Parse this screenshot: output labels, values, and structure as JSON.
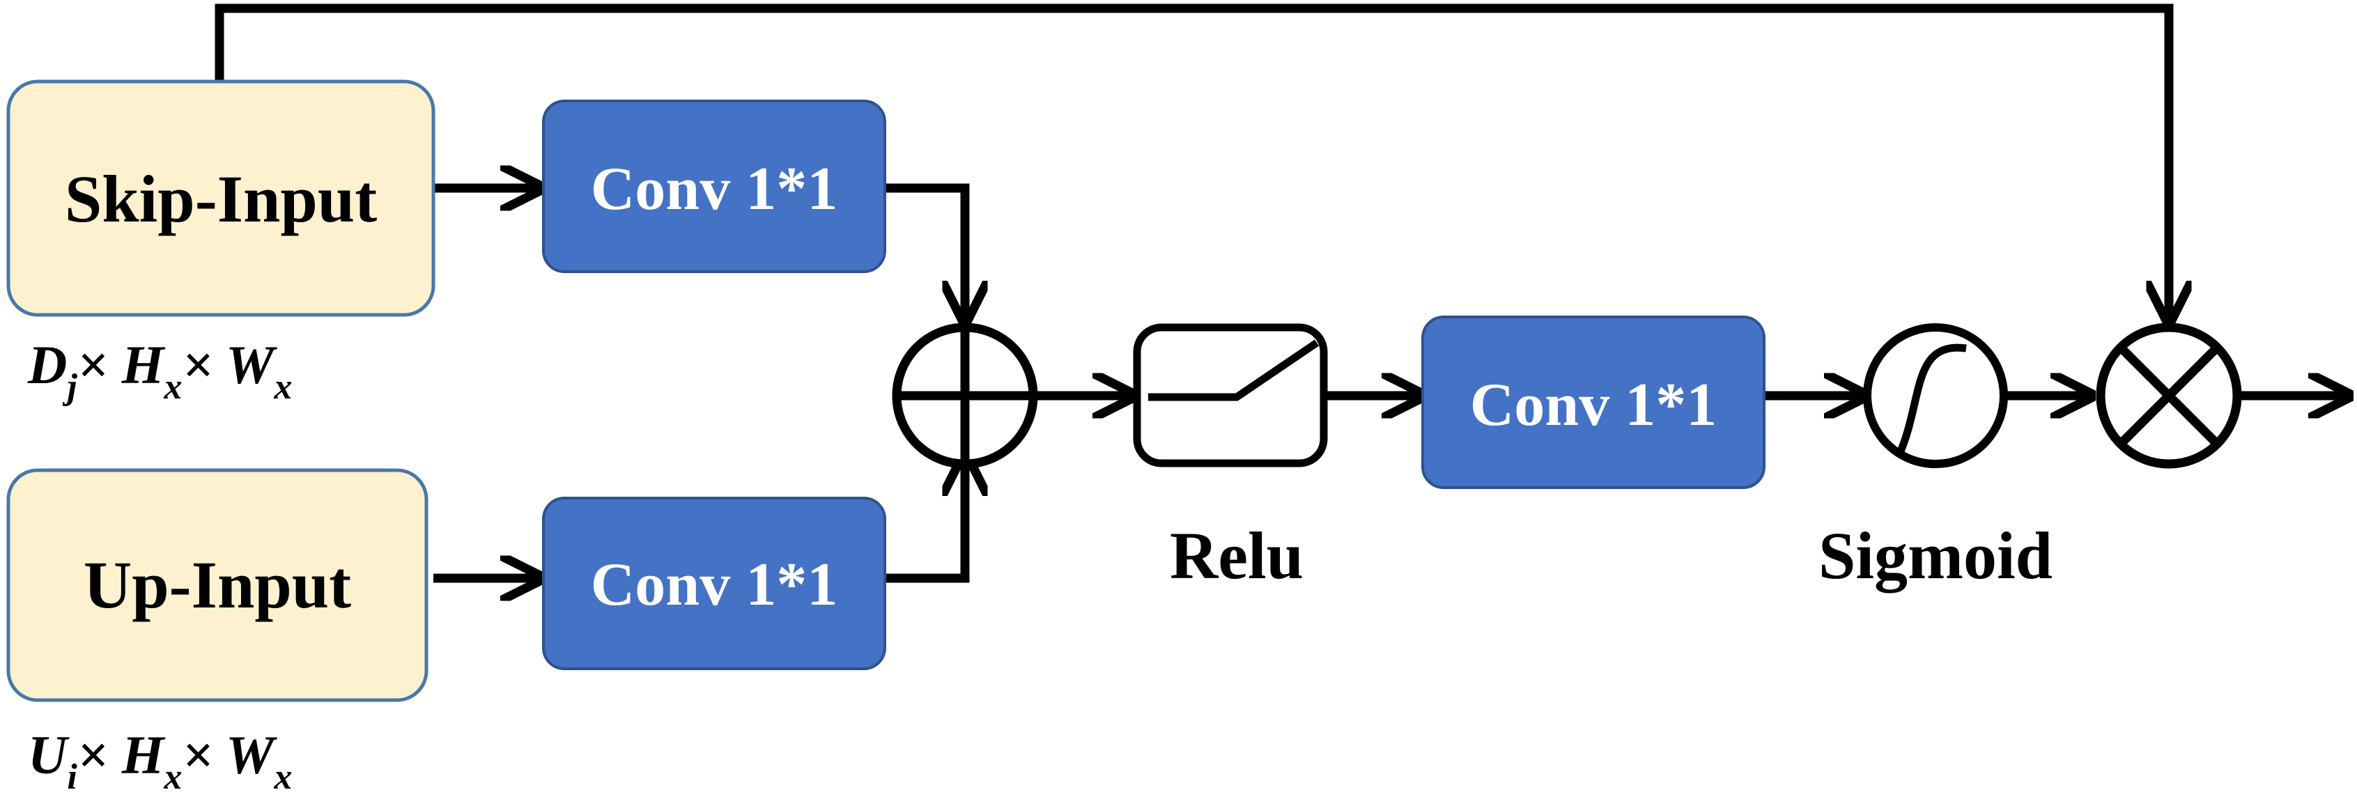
{
  "diagram": {
    "inputs": {
      "skip": {
        "label": "Skip-Input",
        "dim_main": "D",
        "dim_sub": "j",
        "dim_rest_1": "× H",
        "dim_rest_1_sub": "x",
        "dim_rest_2": "× W",
        "dim_rest_2_sub": "x"
      },
      "up": {
        "label": "Up-Input",
        "dim_main": "U",
        "dim_sub": "i",
        "dim_rest_1": "× H",
        "dim_rest_1_sub": "x",
        "dim_rest_2": "× W",
        "dim_rest_2_sub": "x"
      }
    },
    "conv_skip": {
      "label": "Conv 1*1"
    },
    "conv_up": {
      "label": "Conv 1*1"
    },
    "conv_mid": {
      "label": "Conv 1*1"
    },
    "relu": {
      "label": "Relu"
    },
    "sigmoid": {
      "label": "Sigmoid"
    },
    "colors": {
      "input_fill": "#fdf1cf",
      "input_stroke": "#4a77a8",
      "conv_fill": "#4472c4",
      "conv_stroke": "#2f528f",
      "conv_text": "#ffffff",
      "line": "#000000"
    }
  }
}
